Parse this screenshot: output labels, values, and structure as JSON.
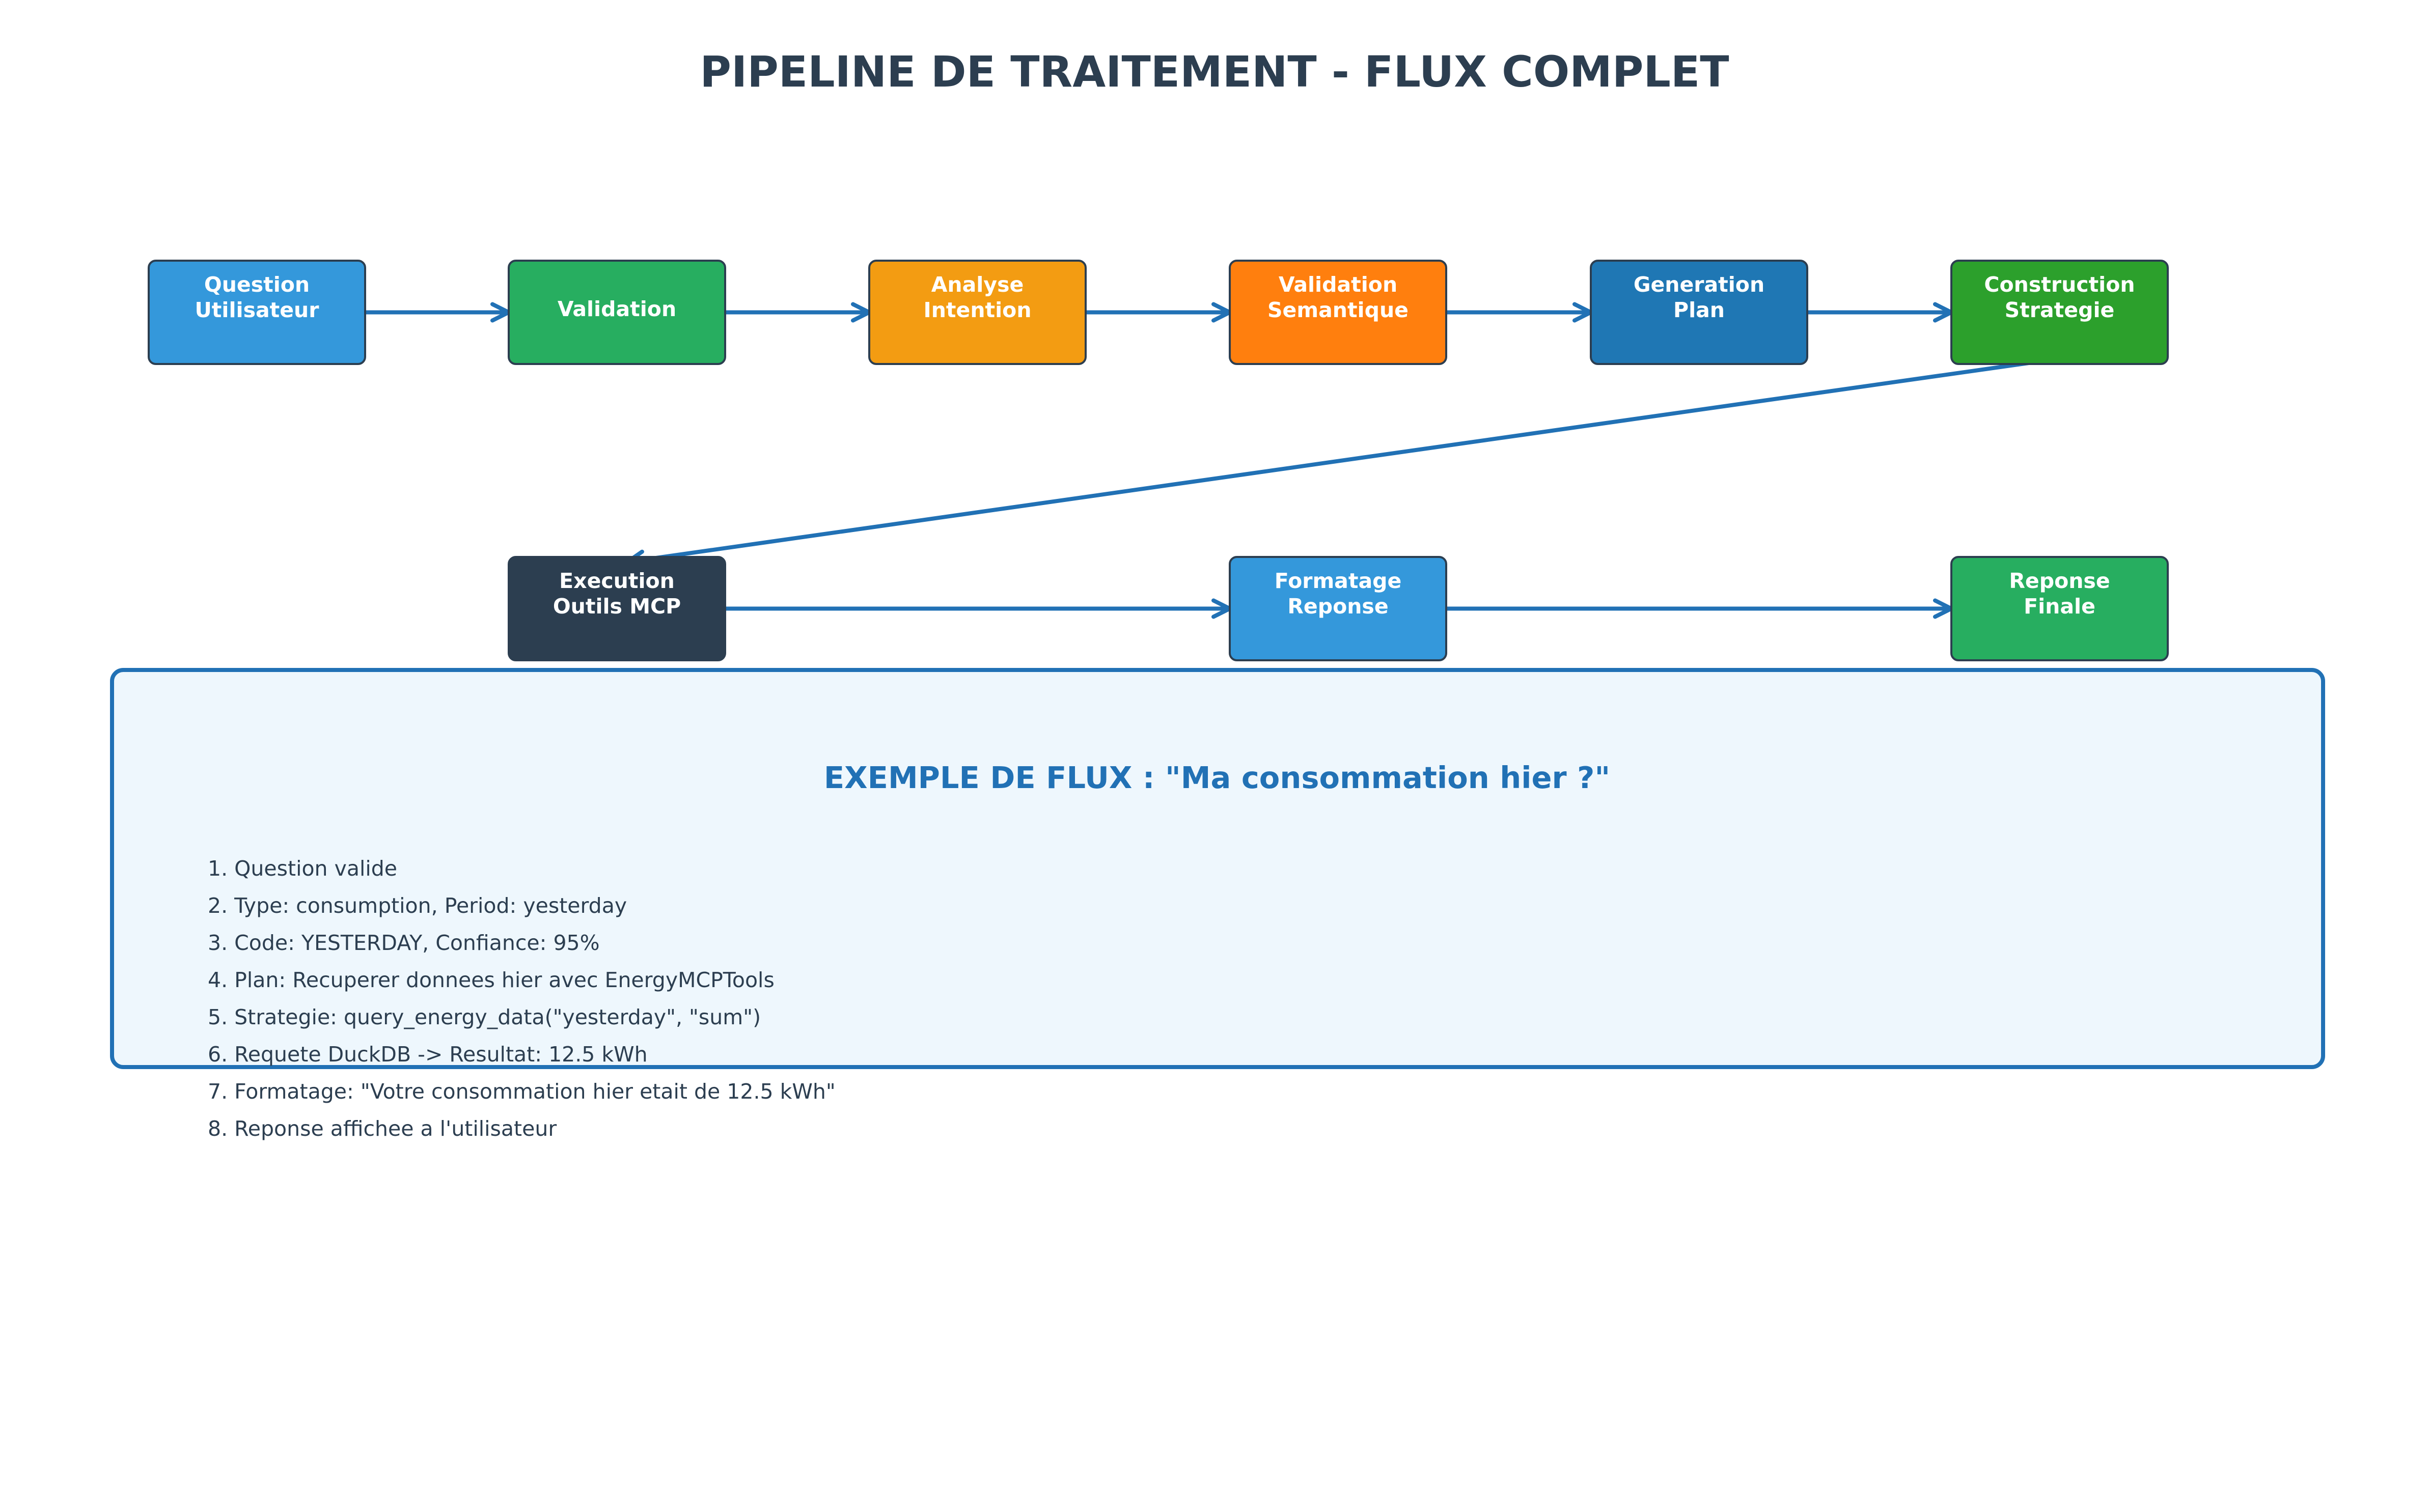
{
  "title": "PIPELINE DE TRAITEMENT - FLUX COMPLET",
  "colors": {
    "title": "#2c3e50",
    "arrow": "#2171b5",
    "box_border": "#2c3e50",
    "box_text": "#ffffff",
    "example_border": "#2171b5",
    "example_fill": "#eef7fd",
    "example_title": "#2171b5",
    "example_text": "#2c3e50"
  },
  "nodes": [
    {
      "id": "question",
      "lines": [
        "Question",
        "Utilisateur"
      ],
      "color": "#3498db"
    },
    {
      "id": "validation",
      "lines": [
        "Validation"
      ],
      "color": "#27ae60"
    },
    {
      "id": "analyse",
      "lines": [
        "Analyse",
        "Intention"
      ],
      "color": "#f39c12"
    },
    {
      "id": "semantique",
      "lines": [
        "Validation",
        "Semantique"
      ],
      "color": "#ff7f0e"
    },
    {
      "id": "plan",
      "lines": [
        "Generation",
        "Plan"
      ],
      "color": "#1f77b4"
    },
    {
      "id": "strategie",
      "lines": [
        "Construction",
        "Strategie"
      ],
      "color": "#2ca02c"
    },
    {
      "id": "execution",
      "lines": [
        "Execution",
        "Outils MCP"
      ],
      "color": "#2c3e50"
    },
    {
      "id": "formatage",
      "lines": [
        "Formatage",
        "Reponse"
      ],
      "color": "#3498db"
    },
    {
      "id": "finale",
      "lines": [
        "Reponse",
        "Finale"
      ],
      "color": "#27ae60"
    }
  ],
  "edges": [
    {
      "from": "question",
      "to": "validation"
    },
    {
      "from": "validation",
      "to": "analyse"
    },
    {
      "from": "analyse",
      "to": "semantique"
    },
    {
      "from": "semantique",
      "to": "plan"
    },
    {
      "from": "plan",
      "to": "strategie"
    },
    {
      "from": "strategie",
      "to": "execution"
    },
    {
      "from": "execution",
      "to": "formatage"
    },
    {
      "from": "formatage",
      "to": "finale"
    }
  ],
  "example": {
    "title": "EXEMPLE DE FLUX : \"Ma consommation hier ?\"",
    "steps": [
      "1. Question valide",
      "2. Type: consumption, Period: yesterday",
      "3. Code: YESTERDAY, Confiance: 95%",
      "4. Plan: Recuperer donnees hier avec EnergyMCPTools",
      "5. Strategie: query_energy_data(\"yesterday\", \"sum\")",
      "6. Requete DuckDB -> Resultat: 12.5 kWh",
      "7. Formatage: \"Votre consommation hier etait de 12.5 kWh\"",
      "8. Reponse affichee a l'utilisateur"
    ]
  }
}
